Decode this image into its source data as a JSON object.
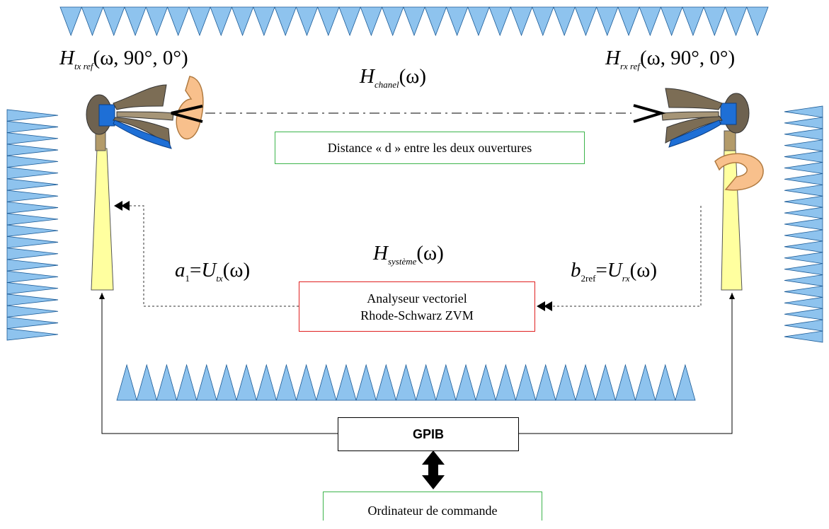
{
  "formulas": {
    "h_tx": {
      "var": "H",
      "sub": "tx ref",
      "args": "(ω, 90°, 0°)"
    },
    "h_rx": {
      "var": "H",
      "sub": "rx ref",
      "args": "(ω, 90°, 0°)"
    },
    "h_channel": {
      "var": "H",
      "sub": "chanel",
      "args": "(ω)"
    },
    "h_system": {
      "var": "H",
      "sub": "système",
      "args": "(ω)"
    },
    "a1": {
      "lhs": "a",
      "lhs_sub": "1",
      "eq": "=",
      "var": "U",
      "sub": "tx",
      "args": "(ω)"
    },
    "b2": {
      "lhs": "b",
      "lhs_sub": "2ref",
      "eq": "=",
      "var": "U",
      "sub": "rx",
      "args": "(ω)"
    }
  },
  "boxes": {
    "distance": "Distance « d » entre les deux ouvertures",
    "analyzer_line1": "Analyseur vectoriel",
    "analyzer_line2": "Rhode-Schwarz ZVM",
    "gpib": "GPIB",
    "computer": "Ordinateur de commande"
  },
  "colors": {
    "absorber_fill": "#8ec3ee",
    "absorber_stroke": "#1a5a96",
    "mast_fill": "#ffff9f",
    "antenna_blue": "#1e6fd6",
    "antenna_body": "#8a7a5e",
    "rotation_arrow": "#f8c08c",
    "distance_border": "#3cb44b",
    "analyzer_border": "#e02020",
    "computer_border": "#3cb44b"
  }
}
